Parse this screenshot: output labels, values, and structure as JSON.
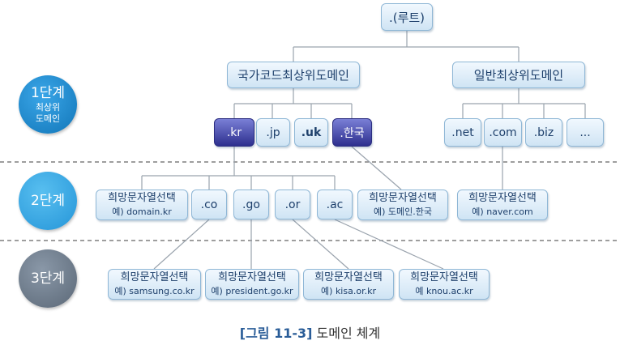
{
  "root": ".(루트)",
  "cc_tld": "국가코드최상위도메인",
  "g_tld": "일반최상위도메인",
  "country_domains": [
    ".kr",
    ".jp",
    ".uk",
    ".한국"
  ],
  "generic_domains": [
    ".net",
    ".com",
    ".biz",
    "..."
  ],
  "second_level_kr": [
    ".co",
    ".go",
    ".or",
    ".ac"
  ],
  "choice_text": "희망문자열선택",
  "examples": {
    "kr": "예) domain.kr",
    "hangul": "예) 도메인.한국",
    "com": "예) naver.com",
    "samsung": "예) samsung.co.kr",
    "president": "예) president.go.kr",
    "kisa": "예) kisa.or.kr",
    "knou": "예 knou.ac.kr"
  },
  "levels": {
    "l1": "1단계",
    "l1_sub1": "최상위",
    "l1_sub2": "도메인",
    "l2": "2단계",
    "l3": "3단계"
  },
  "caption": {
    "number": "[그림 11-3]",
    "title": "도메인 체계"
  },
  "colors": {
    "line": "#9aa3ad",
    "dashed": "#7f7f7f",
    "highlight": "#3a3fa8"
  }
}
